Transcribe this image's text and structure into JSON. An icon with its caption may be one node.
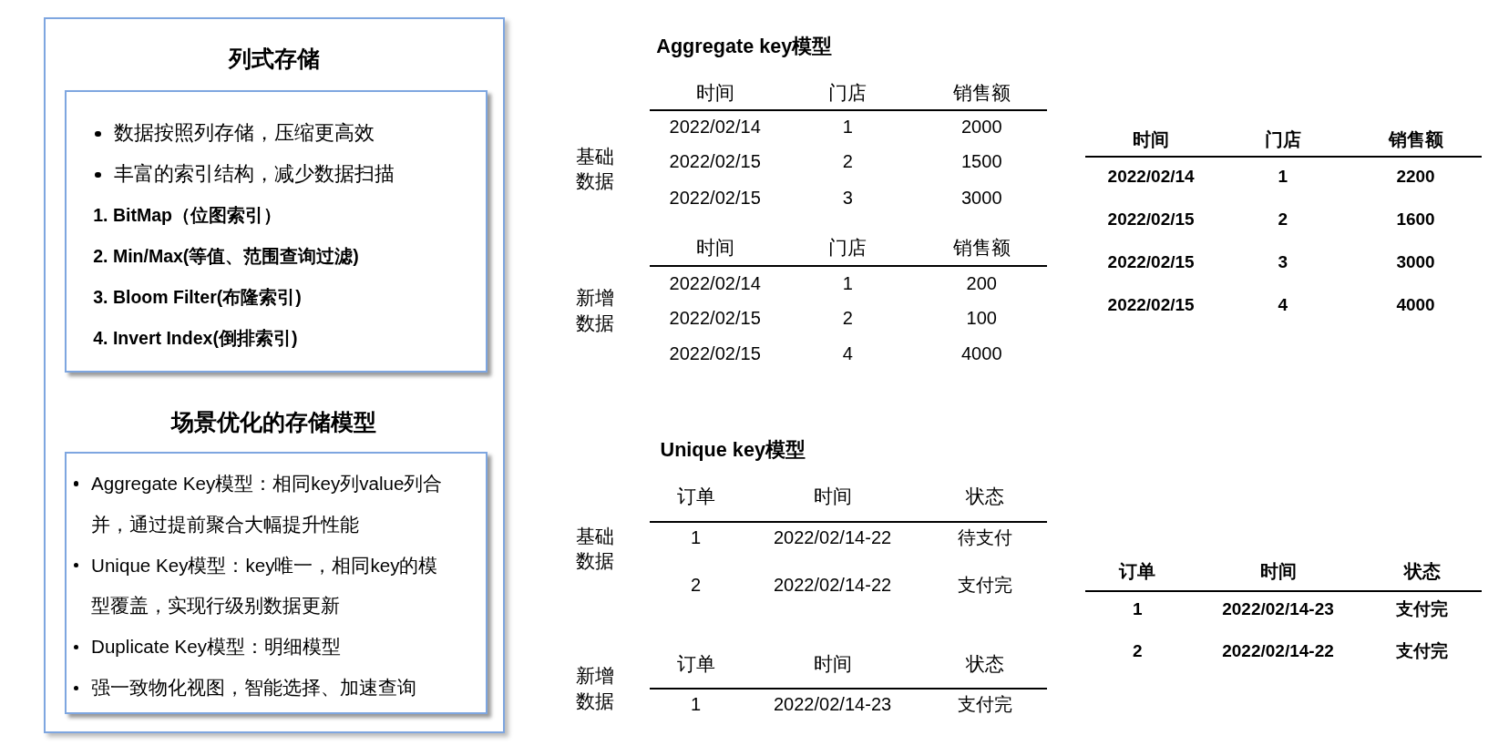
{
  "diagram": {
    "nodes": [
      {
        "text": [
          "列式存储",
          "场景优化的存储模型"
        ]
      },
      {
        "text": [
          "数据按照列存储，压缩更高效",
          "丰富的索引结构，减少数据扫描",
          "1. BitMap（位图索引）",
          "2. Min/Max(等值、范围查询过滤)",
          "3. Bloom Filter(布隆索引)",
          "4. Invert Index(倒排索引)"
        ],
        "in": 0
      },
      {
        "text": [
          "Aggregate Key模型：相同key列value列合并，通过提前聚合大幅提升性能",
          "Unique Key模型：key唯一，相同key的模型覆盖，实现行级别数据更新",
          "Duplicate Key模型：明细模型",
          "强一致物化视图，智能选择、加速查询"
        ],
        "in": 0
      }
    ],
    "labels": [
      "Aggregate key模型",
      "基础数据",
      "时间",
      "门店",
      "销售额",
      "2022/02/14",
      "1",
      "2000",
      "2022/02/15",
      "2",
      "1500",
      "2022/02/15",
      "3",
      "3000",
      "新增数据",
      "时间",
      "门店",
      "销售额",
      "2022/02/14",
      "1",
      "200",
      "2022/02/15",
      "2",
      "100",
      "2022/02/15",
      "4",
      "4000",
      "时间",
      "门店",
      "销售额",
      "2022/02/14",
      "1",
      "2200",
      "2022/02/15",
      "2",
      "1600",
      "2022/02/15",
      "3",
      "3000",
      "2022/02/15",
      "4",
      "4000",
      "Unique key模型",
      "基础数据",
      "订单",
      "时间",
      "状态",
      "1",
      "2022/02/14-22",
      "待支付",
      "2",
      "2022/02/14-22",
      "支付完",
      "新增数据",
      "订单",
      "时间",
      "状态",
      "1",
      "2022/02/14-23",
      "支付完",
      "订单",
      "时间",
      "状态",
      "1",
      "2022/02/14-23",
      "支付完",
      "2",
      "2022/02/14-22",
      "支付完"
    ]
  }
}
